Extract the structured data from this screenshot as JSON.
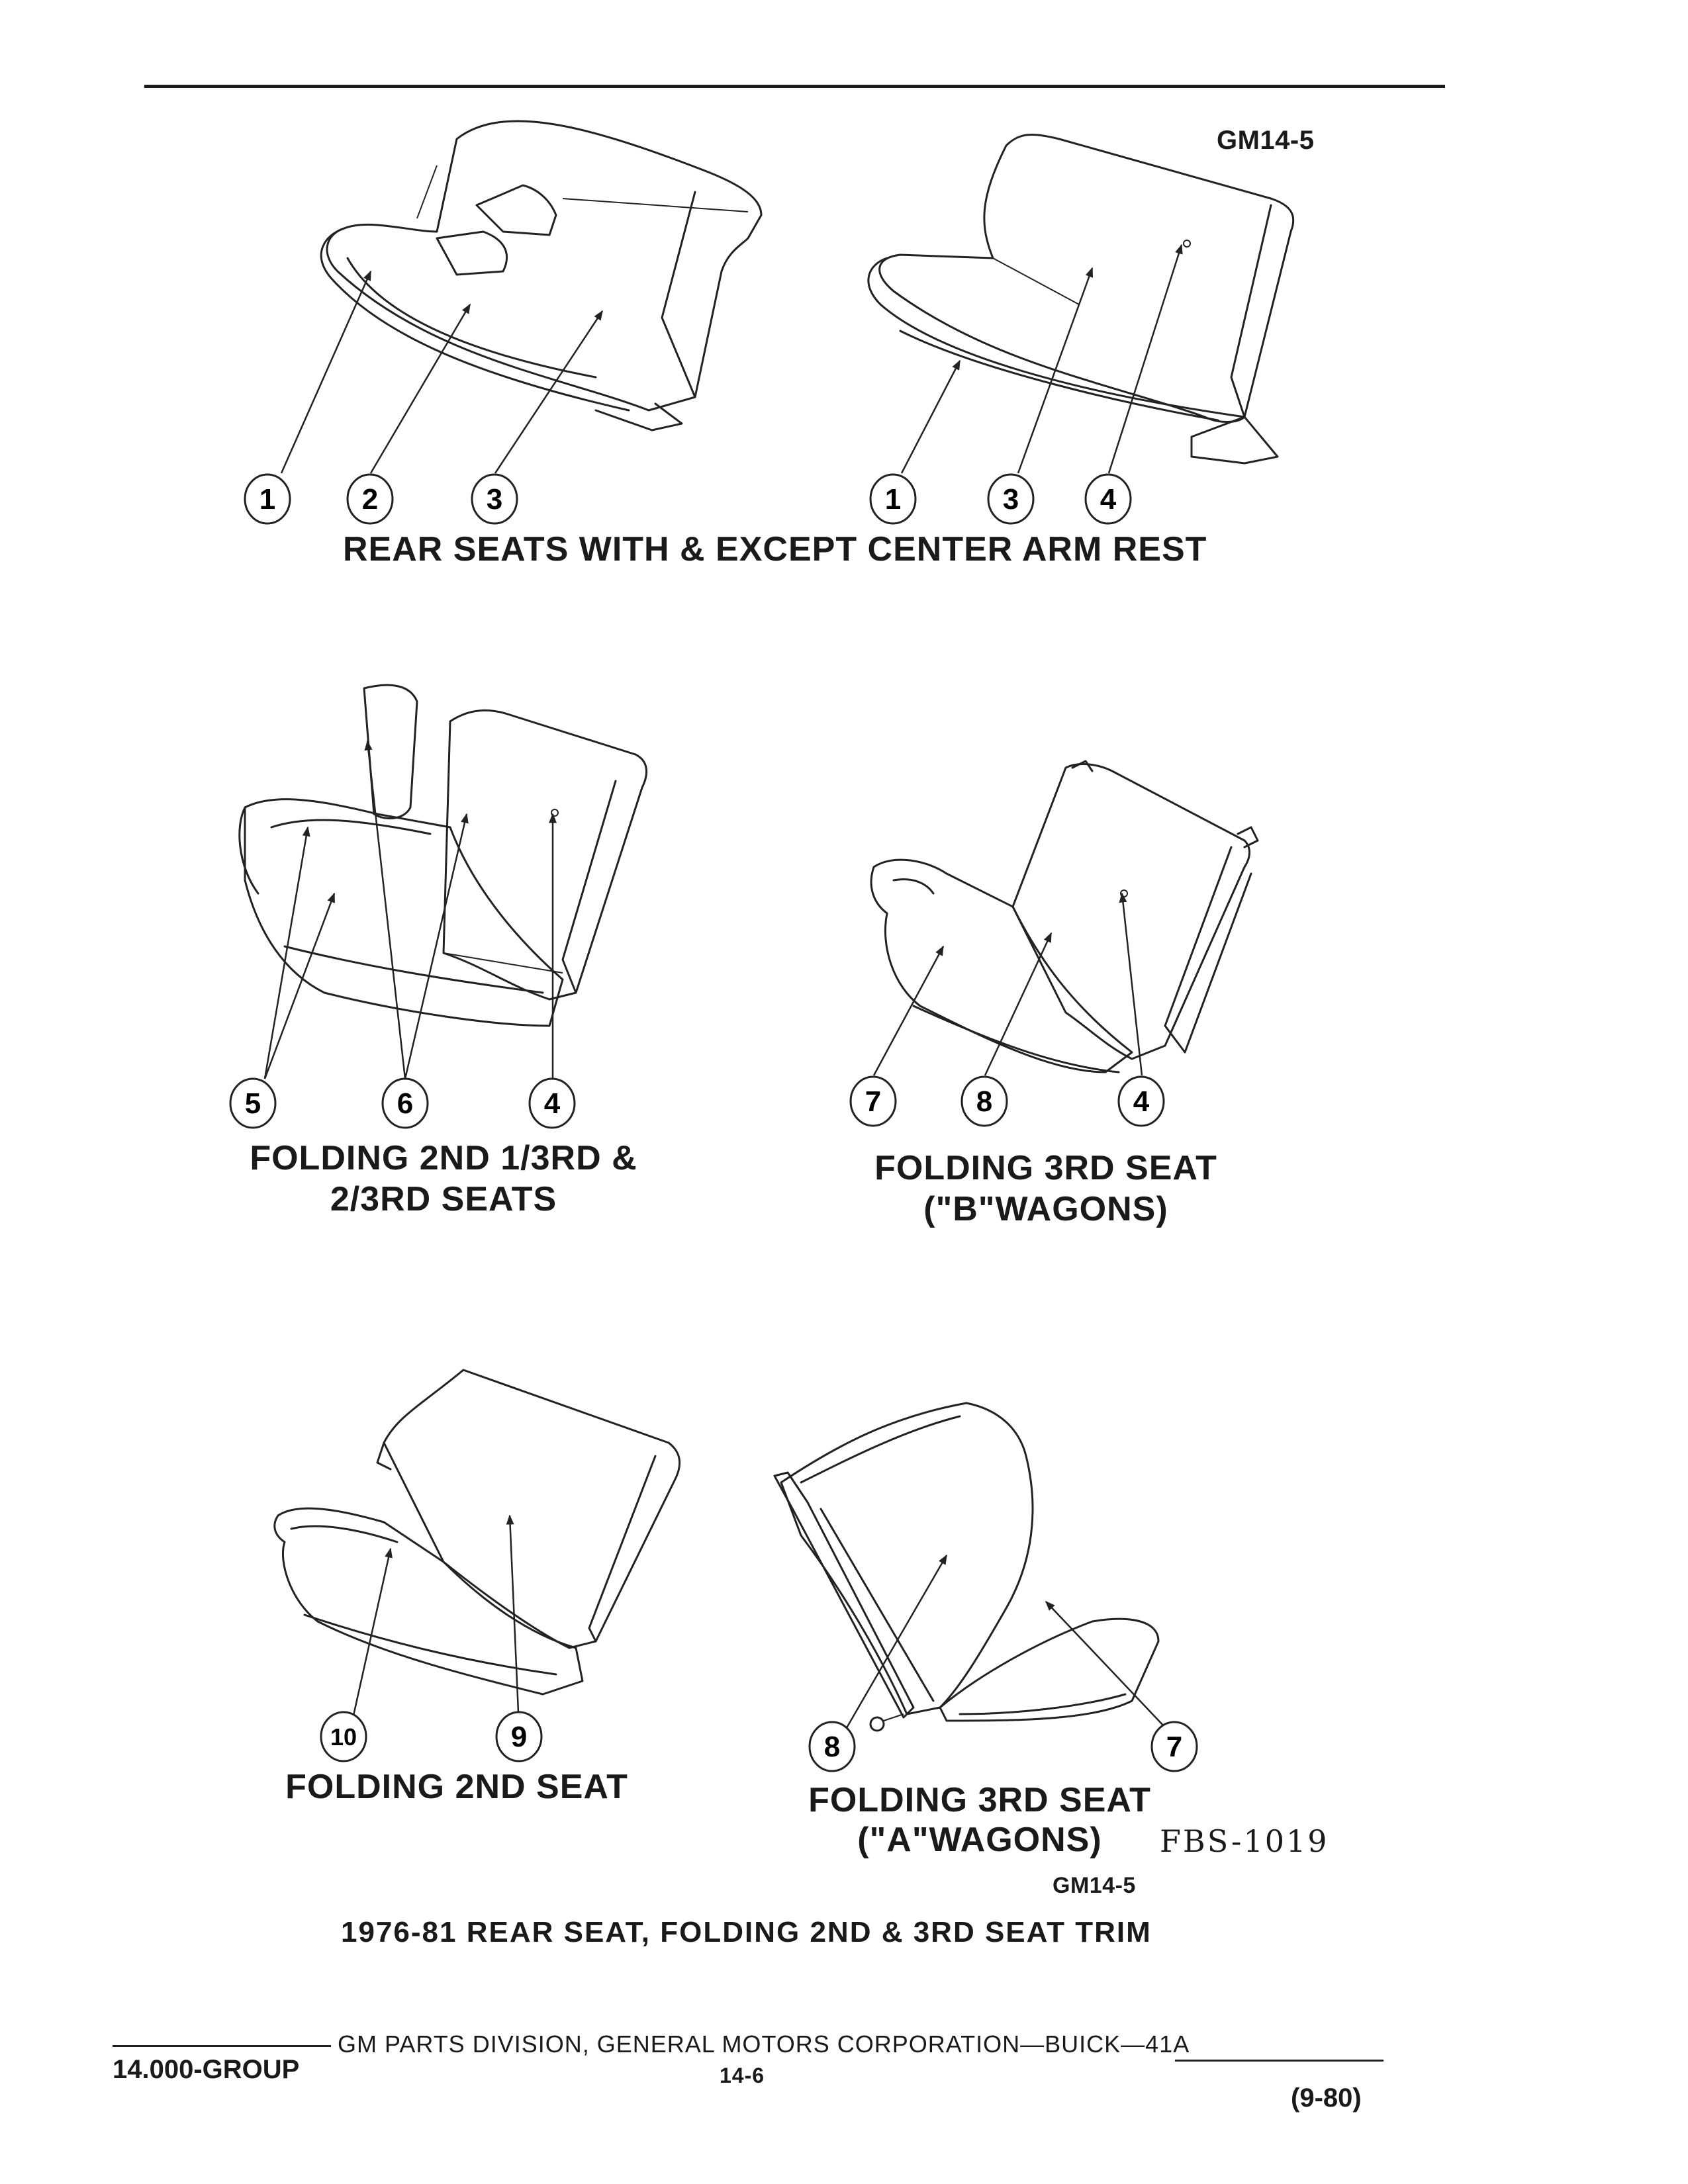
{
  "header": {
    "figure_code": "GM14-5"
  },
  "callouts": {
    "c1": "1",
    "c2": "2",
    "c3": "3",
    "c4": "4",
    "c5": "5",
    "c6": "6",
    "c7": "7",
    "c8": "8",
    "c9": "9",
    "c10": "10"
  },
  "captions": {
    "rear_seats": "REAR SEATS WITH & EXCEPT CENTER ARM REST",
    "folding_2nd_13_line1": "FOLDING 2ND 1/3RD &",
    "folding_2nd_13_line2": "2/3RD SEATS",
    "folding_3rd_b_line1": "FOLDING 3RD SEAT",
    "folding_3rd_b_line2": "(\"B\"WAGONS)",
    "folding_2nd": "FOLDING 2ND SEAT",
    "folding_3rd_a_line1": "FOLDING 3RD SEAT",
    "folding_3rd_a_line2": "(\"A\"WAGONS)",
    "fbs_code": "FBS-1019",
    "figure_code_bottom": "GM14-5",
    "main_title": "1976-81 REAR SEAT, FOLDING 2ND & 3RD SEAT TRIM"
  },
  "footer": {
    "group": "14.000-GROUP",
    "division": "GM PARTS DIVISION, GENERAL MOTORS CORPORATION—BUICK—41A",
    "page": "14-6",
    "date": "(9-80)"
  }
}
